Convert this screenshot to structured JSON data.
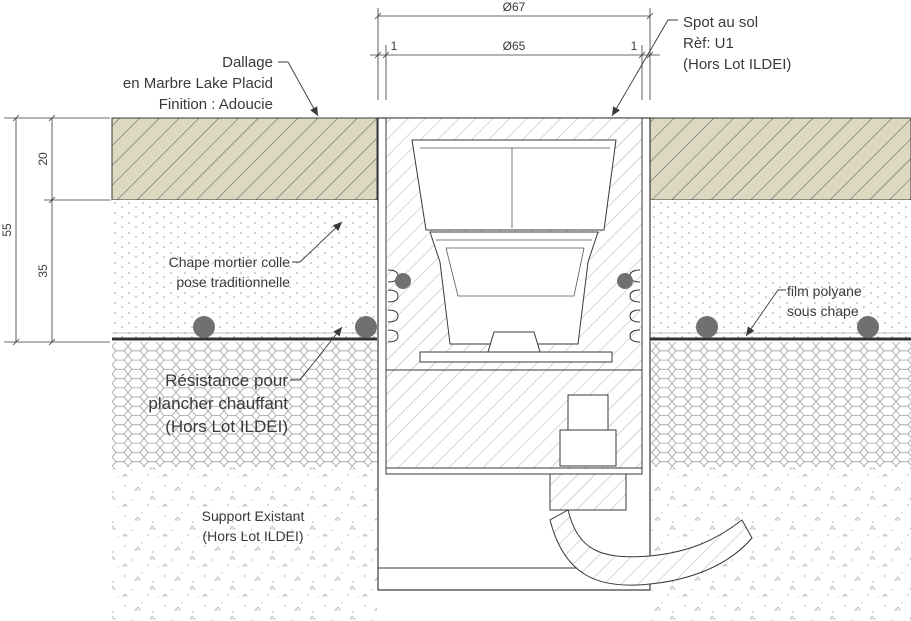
{
  "labels": {
    "dallage": [
      "Dallage",
      "en Marbre Lake Placid",
      "Finition : Adoucie"
    ],
    "spot": [
      "Spot au sol",
      "Rèf: U1",
      "(Hors Lot ILDEI)"
    ],
    "chape": [
      "Chape mortier colle",
      "pose traditionnelle"
    ],
    "film": [
      "film polyane",
      "sous chape"
    ],
    "resistance": [
      "Résistance pour",
      "plancher chauffant",
      "(Hors Lot ILDEI)"
    ],
    "support": [
      "Support Existant",
      "(Hors Lot ILDEI)"
    ]
  },
  "dimensions": {
    "outer_diameter": "Ø67",
    "inner_diameter": "Ø65",
    "gap_left": "1",
    "gap_right": "1",
    "total_height": "55",
    "tile_height": "20",
    "screed_height": "35"
  },
  "colors": {
    "tile_fill": "#ddd8c0",
    "line": "#3a3a3a",
    "heating_pipe": "#707070",
    "film": "#333333"
  }
}
